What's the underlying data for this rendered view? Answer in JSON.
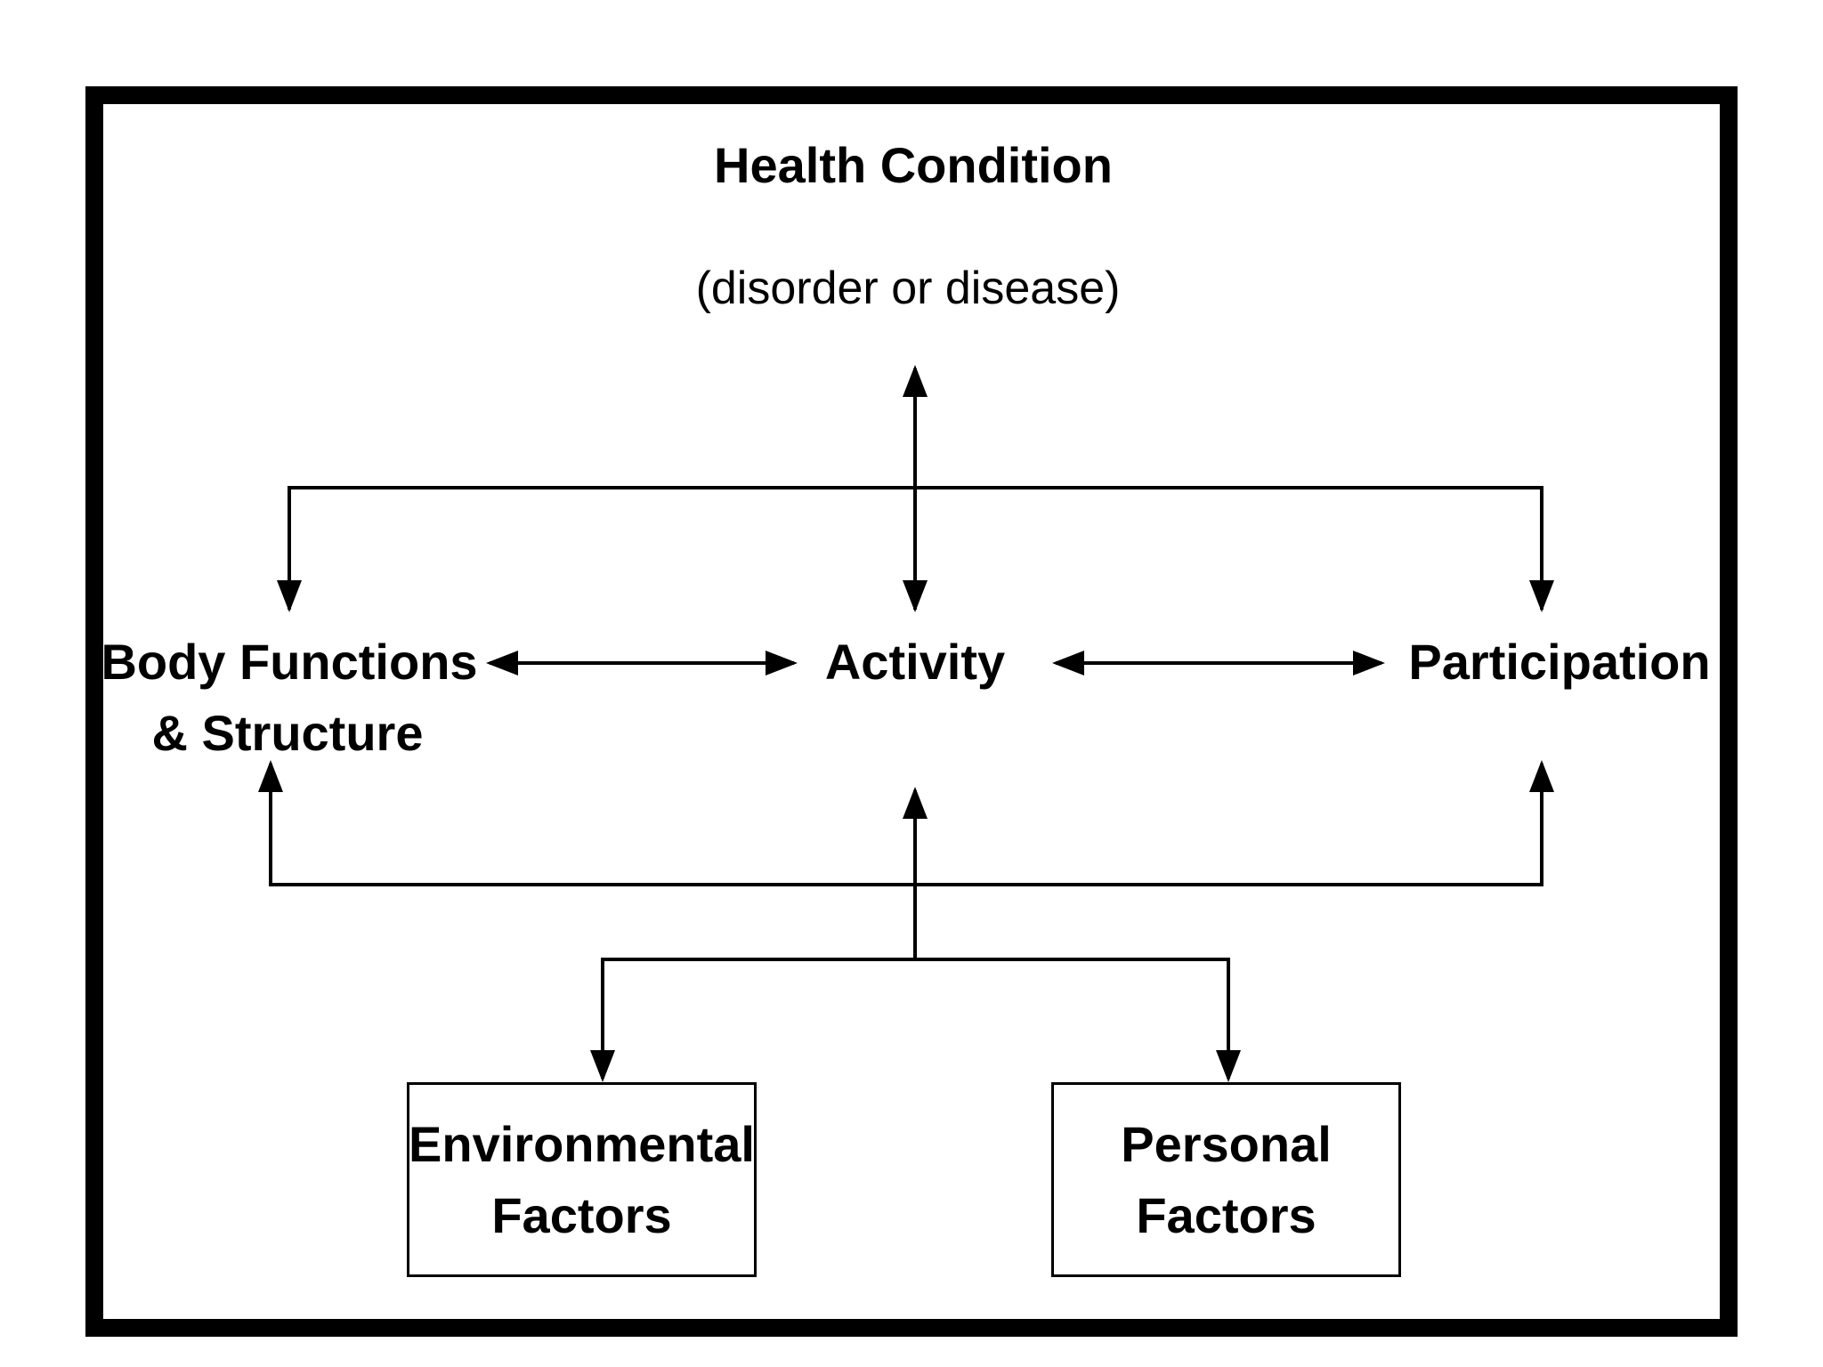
{
  "diagram": {
    "health_condition": {
      "title": "Health Condition",
      "subtitle": "(disorder or disease)"
    },
    "body_functions": {
      "line1": "Body Functions",
      "line2": "& Structure"
    },
    "activity": {
      "label": "Activity"
    },
    "participation": {
      "label": "Participation"
    },
    "environmental_factors": {
      "line1": "Environmental",
      "line2": "Factors"
    },
    "personal_factors": {
      "line1": "Personal",
      "line2": "Factors"
    },
    "colors": {
      "frame": "#000000",
      "line": "#000000",
      "text": "#000000",
      "background": "#ffffff"
    }
  }
}
